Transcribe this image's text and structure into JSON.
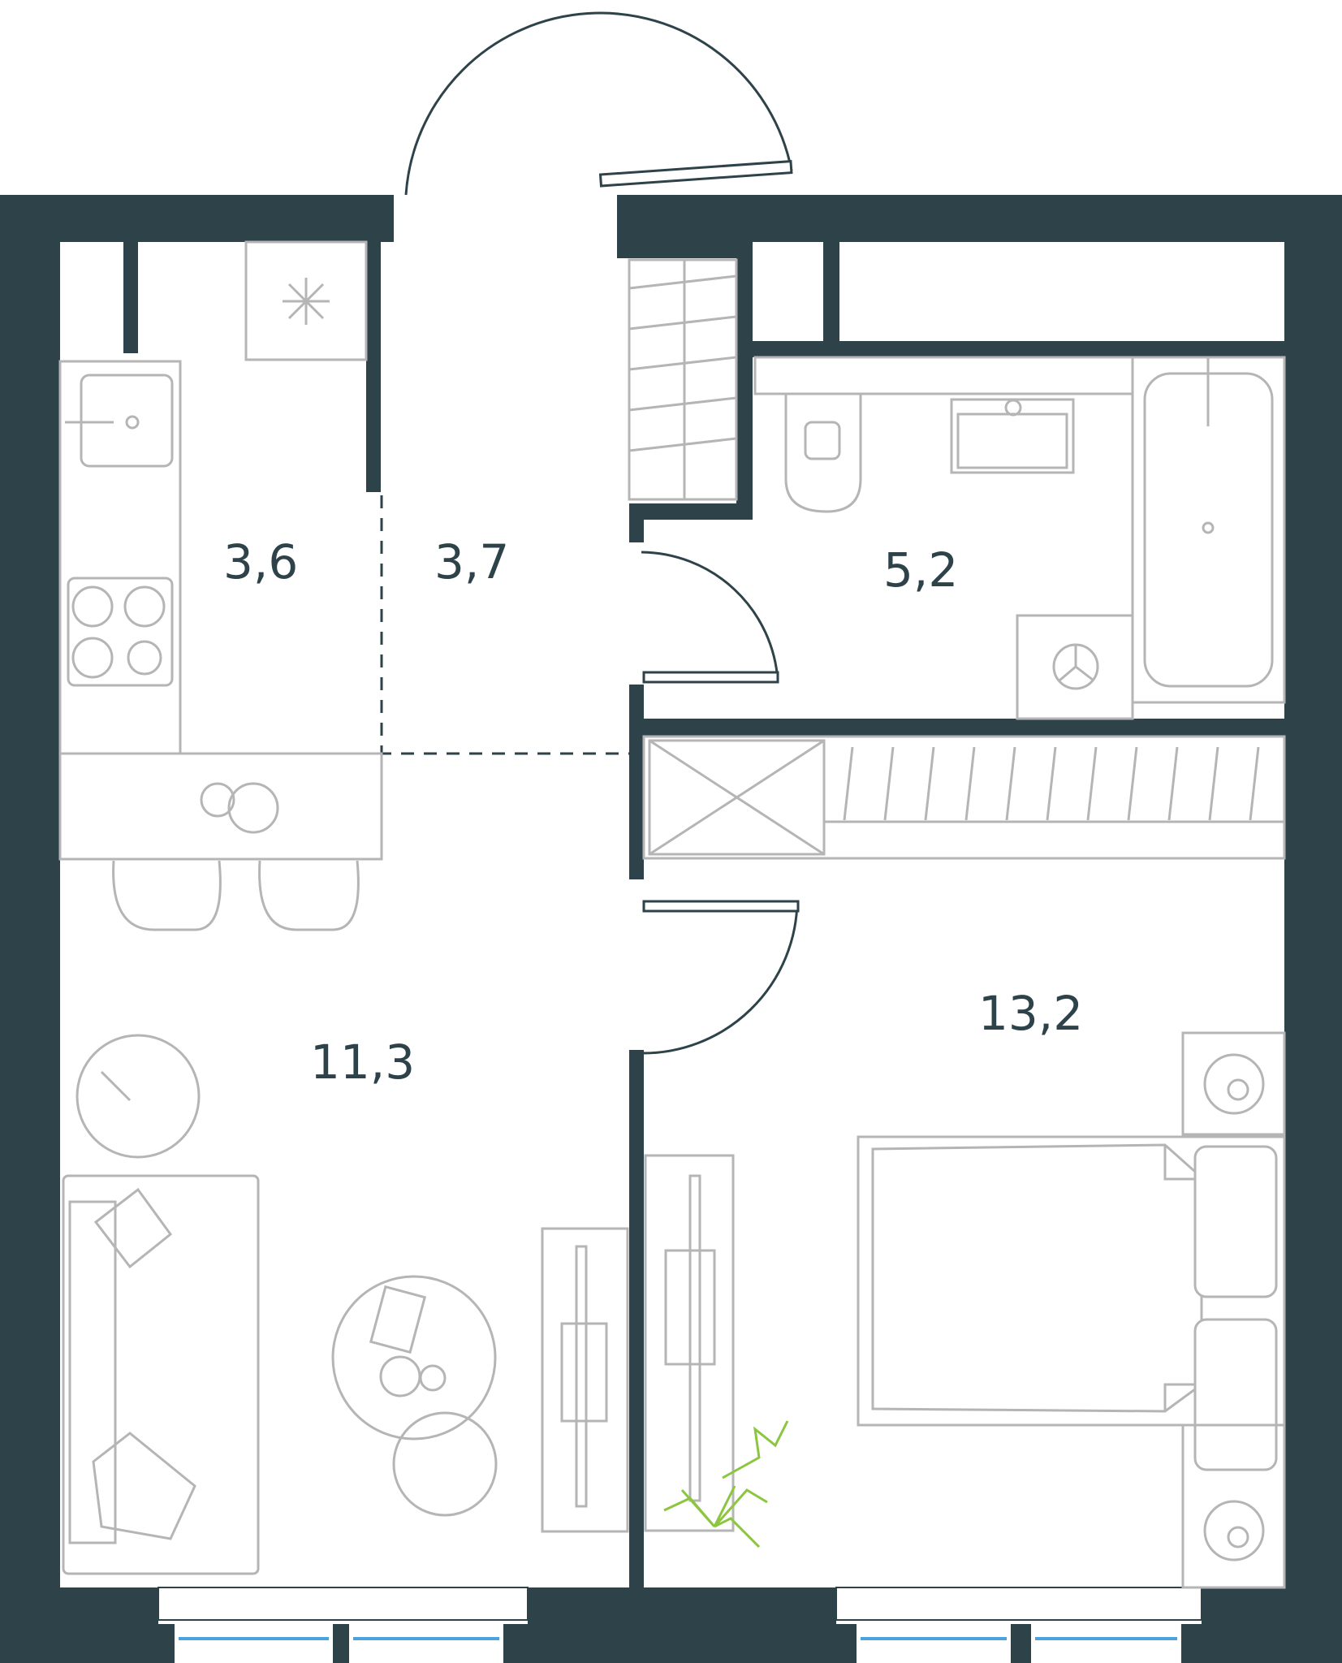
{
  "rooms": [
    {
      "id": "kitchen",
      "area": "3,6"
    },
    {
      "id": "hall",
      "area": "3,7"
    },
    {
      "id": "bathroom",
      "area": "5,2"
    },
    {
      "id": "bedroom",
      "area": "13,2"
    },
    {
      "id": "living",
      "area": "11,3"
    }
  ],
  "colors": {
    "wall": "#2e424a",
    "furniture": "#b5b5b5",
    "window": "#4aa3df",
    "plant": "#8cc63f"
  }
}
